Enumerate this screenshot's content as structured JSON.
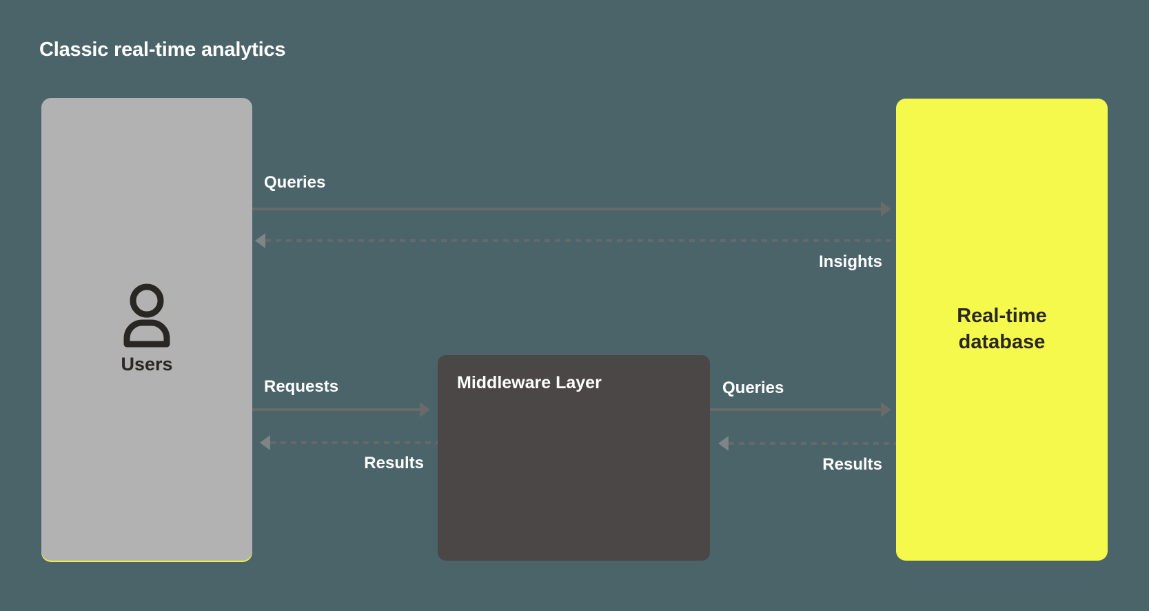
{
  "title": "Classic real-time analytics",
  "colors": {
    "background": "#4b6469",
    "users_box": "#b2b2b2",
    "middleware_box": "#4a4746",
    "database_box": "#f5f94b",
    "solid_arrow": "#6a6a6a",
    "dashed_arrow": "#65696b",
    "dashed_arrowhead": "#7e8487",
    "label_text": "#ffffff",
    "dark_text": "#292723",
    "users_accent_underline": "#eef23f"
  },
  "nodes": {
    "users": {
      "label": "Users",
      "icon": "user-icon"
    },
    "middleware": {
      "label": "Middleware Layer"
    },
    "database": {
      "label": "Real-time database"
    }
  },
  "flows": [
    {
      "id": "queries-top",
      "label": "Queries",
      "from": "users",
      "to": "database",
      "style": "solid",
      "direction": "right"
    },
    {
      "id": "insights",
      "label": "Insights",
      "from": "database",
      "to": "users",
      "style": "dashed",
      "direction": "left"
    },
    {
      "id": "requests",
      "label": "Requests",
      "from": "users",
      "to": "middleware",
      "style": "solid",
      "direction": "right"
    },
    {
      "id": "results-left",
      "label": "Results",
      "from": "middleware",
      "to": "users",
      "style": "dashed",
      "direction": "left"
    },
    {
      "id": "queries-right",
      "label": "Queries",
      "from": "middleware",
      "to": "database",
      "style": "solid",
      "direction": "right"
    },
    {
      "id": "results-right",
      "label": "Results",
      "from": "database",
      "to": "middleware",
      "style": "dashed",
      "direction": "left"
    }
  ]
}
